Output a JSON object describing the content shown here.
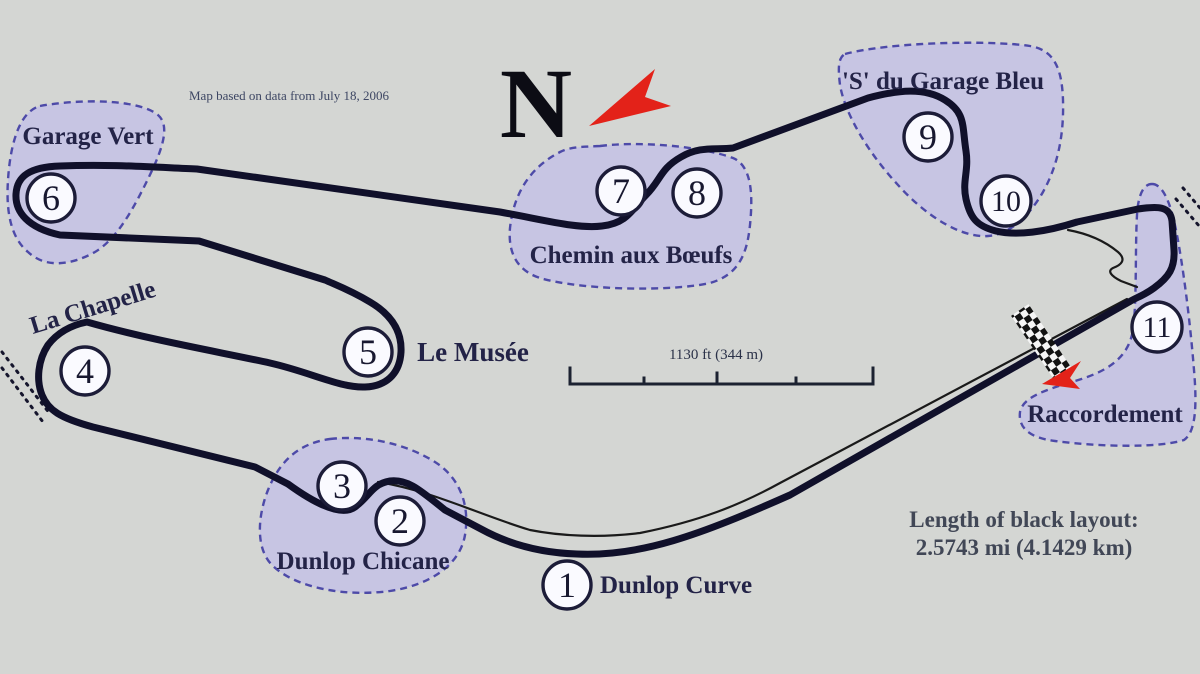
{
  "note": "Map based on data from July 18, 2006",
  "north": {
    "letter": "N"
  },
  "scale": {
    "label": "1130 ft (344 m)"
  },
  "length_caption": {
    "line1": "Length of black layout:",
    "line2": "2.5743 mi (4.1429 km)"
  },
  "corner_labels": {
    "garage_vert": "Garage Vert",
    "la_chapelle": "La Chapelle",
    "le_musee": "Le Musée",
    "chemin_aux_boeufs": "Chemin aux Bœufs",
    "s_du_garage_bleu": "'S' du Garage Bleu",
    "raccordement": "Raccordement",
    "dunlop_chicane": "Dunlop Chicane",
    "dunlop_curve": "Dunlop Curve"
  },
  "turns": [
    "1",
    "2",
    "3",
    "4",
    "5",
    "6",
    "7",
    "8",
    "9",
    "10",
    "11"
  ],
  "colors": {
    "background": "#d4d6d3",
    "region_fill": "#c7c5e3",
    "region_border": "#4d4aa8",
    "track": "#10102a",
    "thin_road": "#1a1a1a",
    "accent_red": "#e32219",
    "label_text": "#232347",
    "caption_text": "#414756"
  },
  "icons": {
    "north_arrow": "red-dart-pointing-southwest",
    "finish_flag": "checkered-flag-band",
    "direction_arrow": "red-dart-pointing-southwest"
  }
}
